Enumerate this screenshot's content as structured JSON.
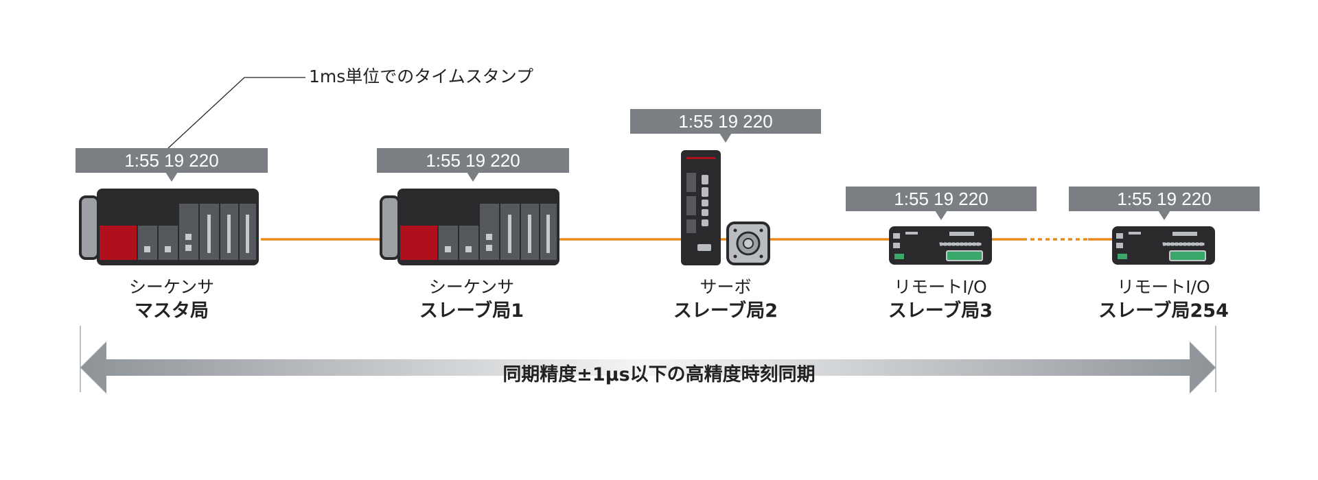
{
  "callout": "1ms単位でのタイムスタンプ",
  "stations": [
    {
      "timestamp": "1:55 19 220",
      "type": "シーケンサ",
      "role": "マスタ局",
      "device": "sequencer-icon"
    },
    {
      "timestamp": "1:55 19 220",
      "type": "シーケンサ",
      "role": "スレーブ局1",
      "device": "sequencer-icon"
    },
    {
      "timestamp": "1:55 19 220",
      "type": "サーボ",
      "role": "スレーブ局2",
      "device": "servo-icon"
    },
    {
      "timestamp": "1:55 19 220",
      "type": "リモートI/O",
      "role": "スレーブ局3",
      "device": "remote-io-icon"
    },
    {
      "timestamp": "1:55 19 220",
      "type": "リモートI/O",
      "role": "スレーブ局254",
      "device": "remote-io-icon"
    }
  ],
  "sync_label": "同期精度±1μs以下の高精度時刻同期",
  "colors": {
    "network_line": "#e8891a",
    "badge": "#7b7f84",
    "device_body": "#2a2a2c",
    "accent_red": "#b0101c"
  }
}
